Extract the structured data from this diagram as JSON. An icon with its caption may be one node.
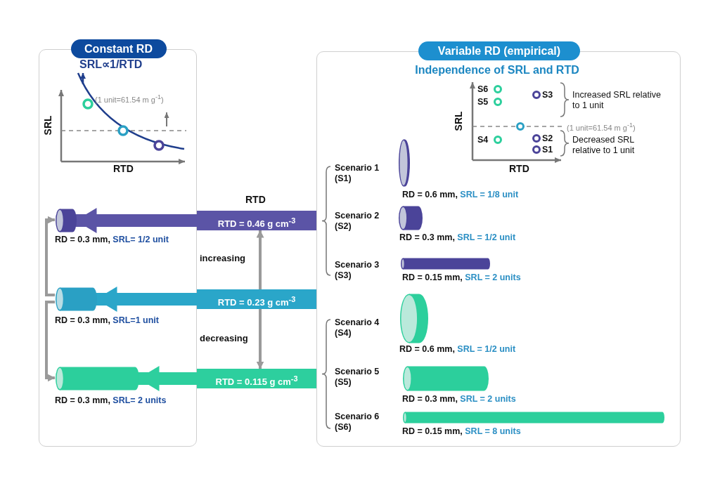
{
  "diagram": {
    "nodes": [
      {
        "text": [
          "Constant RD"
        ]
      },
      {
        "text": [],
        "shape": "cylinder",
        "in": 0,
        "beside": [
          "RD = 0.3 mm, SRL= 1/2 unit"
        ]
      },
      {
        "text": [],
        "shape": "cylinder",
        "in": 0,
        "beside": [
          "RD = 0.3 mm, SRL=1 unit"
        ]
      },
      {
        "text": [],
        "shape": "cylinder",
        "in": 0,
        "beside": [
          "RD = 0.3 mm, SRL= 2 units"
        ]
      },
      {
        "text": [
          "RTD = 0.46 g cm$^{-3}$"
        ],
        "beside": [
          "RTD"
        ]
      },
      {
        "text": [
          "RTD = 0.23 g cm$^{-3}$"
        ]
      },
      {
        "text": [
          "RTD = 0.115 g cm$^{-3}$"
        ]
      },
      {
        "text": [
          "Variable RD (empirical)"
        ]
      },
      {
        "text": [],
        "shape": "cylinder",
        "in": 7,
        "beside": [
          "Scenario 1 (S1)",
          "RD = 0.6 mm, SRL = 1/8 unit"
        ]
      },
      {
        "text": [],
        "shape": "cylinder",
        "in": 7,
        "beside": [
          "Scenario 2 (S2)",
          "RD = 0.3 mm, SRL = 1/2 unit"
        ]
      },
      {
        "text": [],
        "shape": "cylinder",
        "in": 7,
        "beside": [
          "Scenario 3 (S3)",
          "RD = 0.15 mm, SRL = 2 units"
        ]
      },
      {
        "text": [],
        "shape": "cylinder",
        "in": 7,
        "beside": [
          "Scenario 4 (S4)",
          "RD = 0.6 mm, SRL = 1/2 unit"
        ]
      },
      {
        "text": [],
        "shape": "cylinder",
        "in": 7,
        "beside": [
          "Scenario 5 (S5)",
          "RD = 0.3 mm, SRL = 2 units"
        ]
      },
      {
        "text": [],
        "shape": "cylinder",
        "in": 7,
        "beside": [
          "Scenario 6 (S6)",
          "RD = 0.15 mm, SRL = 8 units"
        ]
      }
    ],
    "edges": [
      {
        "from": 4,
        "to": 1,
        "arrow": "to",
        "style": "thick",
        "color": "#5b54a6"
      },
      {
        "from": 5,
        "to": 2,
        "arrow": "to",
        "style": "thick",
        "color": "#2aa6c9"
      },
      {
        "from": 6,
        "to": 3,
        "arrow": "to",
        "style": "thick",
        "color": "#2dcf9e"
      },
      {
        "from": 2,
        "to": 1,
        "arrow": "to"
      },
      {
        "from": 2,
        "to": 3,
        "arrow": "to"
      },
      {
        "from": 5,
        "to": 4,
        "arrow": "to",
        "label": "increasing"
      },
      {
        "from": 5,
        "to": 6,
        "arrow": "to",
        "label": "decreasing"
      }
    ],
    "labels": [
      "SRL∝1/RTD",
      "(1 unit=61.54 m g$^{-1}$)",
      "SRL",
      "RTD",
      "Independence of SRL and RTD",
      "S6",
      "S3",
      "Increased SRL relative to 1 unit",
      "S5",
      "SRL",
      "(1 unit=61.54 m g$^{-1}$)",
      "S4",
      "S2",
      "Decreased SRL relative to 1 unit",
      "S1",
      "RTD"
    ]
  }
}
